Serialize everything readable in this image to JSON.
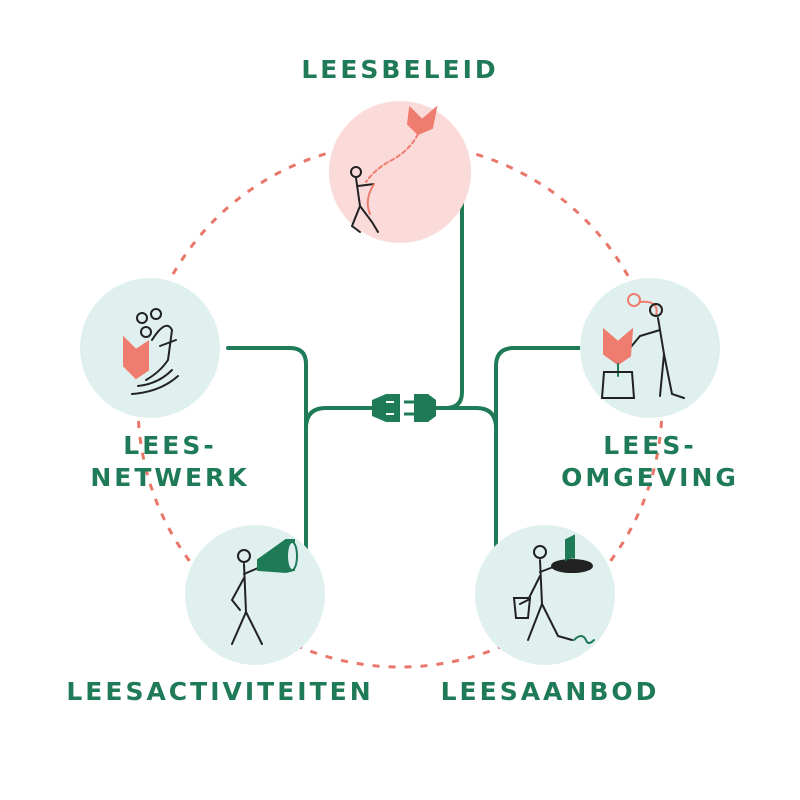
{
  "colors": {
    "green": "#1f7a57",
    "dash": "#e8776a",
    "circle_mint": "#dff0ef",
    "circle_pink": "#fbdada",
    "accent": "#ef7d6f",
    "ink": "#222222"
  },
  "nodes": {
    "leesbeleid": {
      "label": "LEESBELEID"
    },
    "leesnetwerk": {
      "line1": "LEES-",
      "line2": "NETWERK"
    },
    "leesomgeving": {
      "line1": "LEES-",
      "line2": "OMGEVING"
    },
    "leesactiviteiten": {
      "label": "LEESACTIVITEITEN"
    },
    "leesaanbod": {
      "label": "LEESAANBOD"
    }
  }
}
